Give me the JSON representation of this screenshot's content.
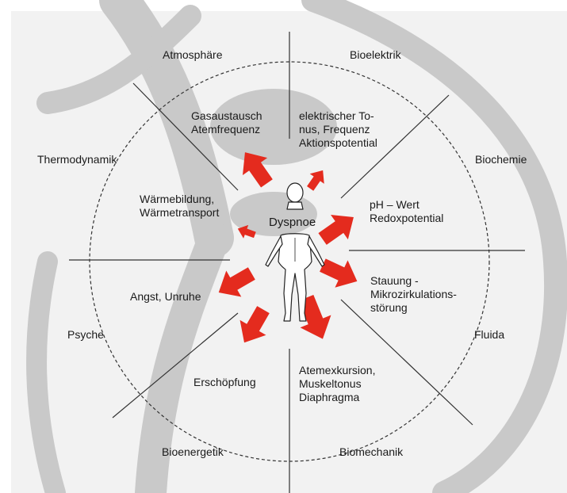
{
  "center": {
    "label": "Dyspnoe"
  },
  "sectors": {
    "atmosphaere": "Atmosphäre",
    "bioelektrik": "Bioelektrik",
    "thermodynamik": "Thermodynamik",
    "biochemie": "Biochemie",
    "psyche": "Psyche",
    "fluida": "Fluida",
    "bioenergetik": "Bioenergetik",
    "biomechanik": "Biomechanik"
  },
  "effects": {
    "gasaustausch": "Gasaustausch\nAtemfrequenz",
    "elektrisch": "elektrischer To-\nnus, Frequenz\nAktionspotential",
    "waerme": "Wärmebildung,\nWärmetransport",
    "ph": "pH – Wert\nRedoxpotential",
    "angst": "Angst, Unruhe",
    "stauung": "Stauung -\nMikrozirkulations-\nstörung",
    "erschoepfung": "Erschöpfung",
    "atemexkursion": "Atemexkursion,\nMuskeltonus\nDiaphragma"
  },
  "colors": {
    "background": "#f2f2f2",
    "watermark": "#c9c9c9",
    "arrow": "#e42b1e",
    "line": "#333333"
  },
  "icons": {
    "figure": "human-figure-icon",
    "arrows": "red-arrow-icon"
  }
}
